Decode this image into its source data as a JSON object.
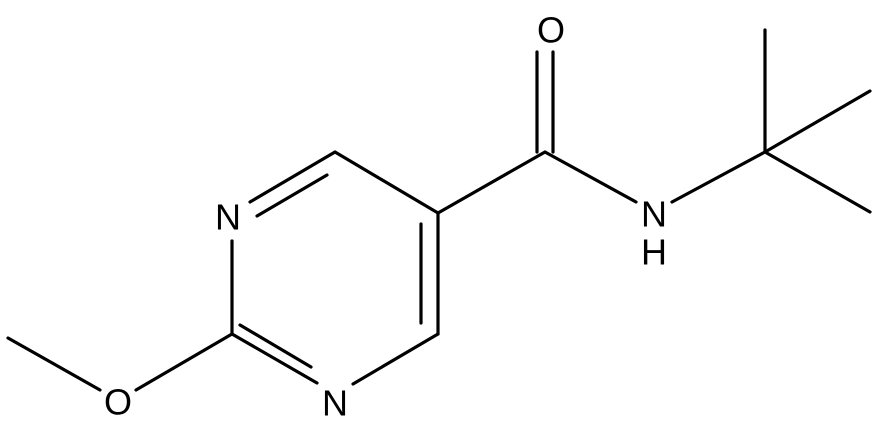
{
  "atoms": {
    "oxygen_carbonyl": "O",
    "nitrogen_amide": "N",
    "hydrogen_amide": "H",
    "nitrogen_ring_upper": "N",
    "nitrogen_ring_lower": "N",
    "oxygen_methoxy": "O"
  },
  "colors": {
    "bond": "#000000",
    "label": "#000000",
    "background": "#ffffff"
  }
}
